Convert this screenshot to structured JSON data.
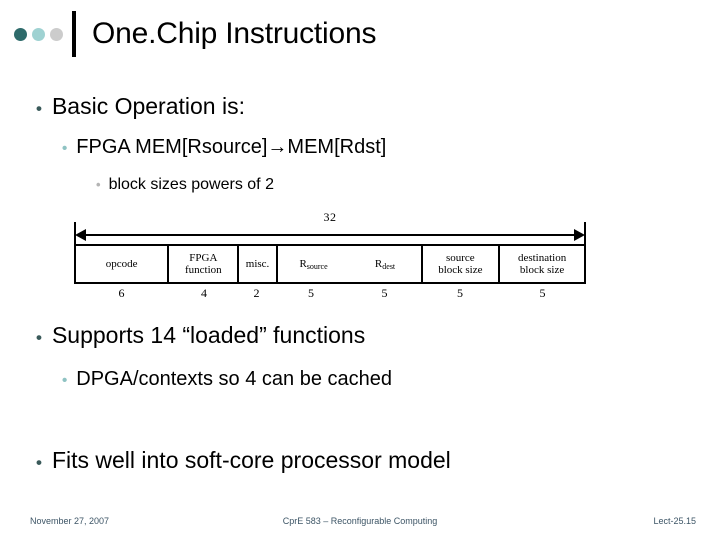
{
  "slide": {
    "title": "One.Chip Instructions",
    "decor_colors": [
      "#2e6b6b",
      "#9fd2d2",
      "#cccccc"
    ],
    "bullet_colors": {
      "level1": "#3a5a5a",
      "level2": "#8fc3c3",
      "level3": "#b4b4b4"
    },
    "bullets": [
      {
        "level": 1,
        "marker": "•",
        "text": "Basic Operation is:"
      },
      {
        "level": 2,
        "marker": "•",
        "text": "FPGA MEM[Rsource]→MEM[Rdst]"
      },
      {
        "level": 3,
        "marker": "•",
        "text": "block sizes powers of 2"
      },
      {
        "level": 1,
        "marker": "•",
        "text": "Supports 14 “loaded” functions"
      },
      {
        "level": 2,
        "marker": "•",
        "text": "DPGA/contexts so 4 can be cached"
      },
      {
        "level": 1,
        "marker": "•",
        "text": "Fits well into soft-core processor model"
      }
    ]
  },
  "figure": {
    "total_width_label": "32",
    "fields": [
      {
        "label": "opcode",
        "sub": "",
        "bits": "6",
        "flex": 95,
        "divider": true
      },
      {
        "label": "FPGA\nfunction",
        "sub": "",
        "bits": "4",
        "flex": 70,
        "divider": true
      },
      {
        "label": "misc.",
        "sub": "",
        "bits": "2",
        "flex": 35,
        "divider": true
      },
      {
        "label": "R",
        "sub": "source",
        "bits": "5",
        "flex": 74,
        "divider": false
      },
      {
        "label": "R",
        "sub": "dest",
        "bits": "5",
        "flex": 73,
        "divider": true
      },
      {
        "label": "source\nblock size",
        "sub": "",
        "bits": "5",
        "flex": 78,
        "divider": true
      },
      {
        "label": "destination\nblock size",
        "sub": "",
        "bits": "5",
        "flex": 87,
        "divider": false
      }
    ]
  },
  "footer": {
    "date": "November 27, 2007",
    "course": "CprE 583 – Reconfigurable Computing",
    "lecture": "Lect-25.15",
    "color": "#3d5566"
  }
}
